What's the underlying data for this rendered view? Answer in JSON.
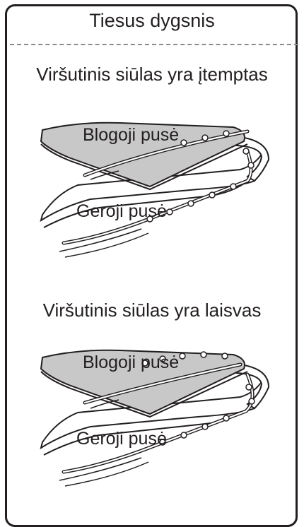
{
  "title": "Tiesus dygsnis",
  "sections": [
    {
      "heading": "Viršutinis siūlas yra įtemptas",
      "wrong_side_label": "Blogoji pusė",
      "right_side_label": "Geroji pusė"
    },
    {
      "heading": "Viršutinis siūlas yra laisvas",
      "wrong_side_label": "Blogoji pusė",
      "right_side_label": "Geroji pusė"
    }
  ]
}
